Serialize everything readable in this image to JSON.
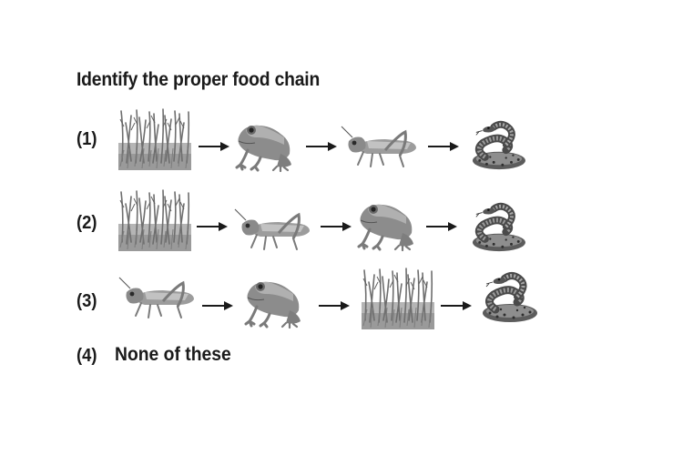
{
  "question": "Identify the proper food chain",
  "options": [
    {
      "label": "(1)",
      "chain": [
        "grass-icon",
        "frog-icon",
        "grasshopper-icon",
        "snake-icon"
      ]
    },
    {
      "label": "(2)",
      "chain": [
        "grass-icon",
        "grasshopper-icon",
        "frog-icon",
        "snake-icon"
      ]
    },
    {
      "label": "(3)",
      "chain": [
        "grasshopper-icon",
        "frog-icon",
        "grass-icon",
        "snake-icon"
      ]
    },
    {
      "label": "(4)",
      "text": "None of these"
    }
  ],
  "colors": {
    "text": "#1a1a1a",
    "image": "#8a8a8a",
    "dark": "#3a3a3a"
  }
}
